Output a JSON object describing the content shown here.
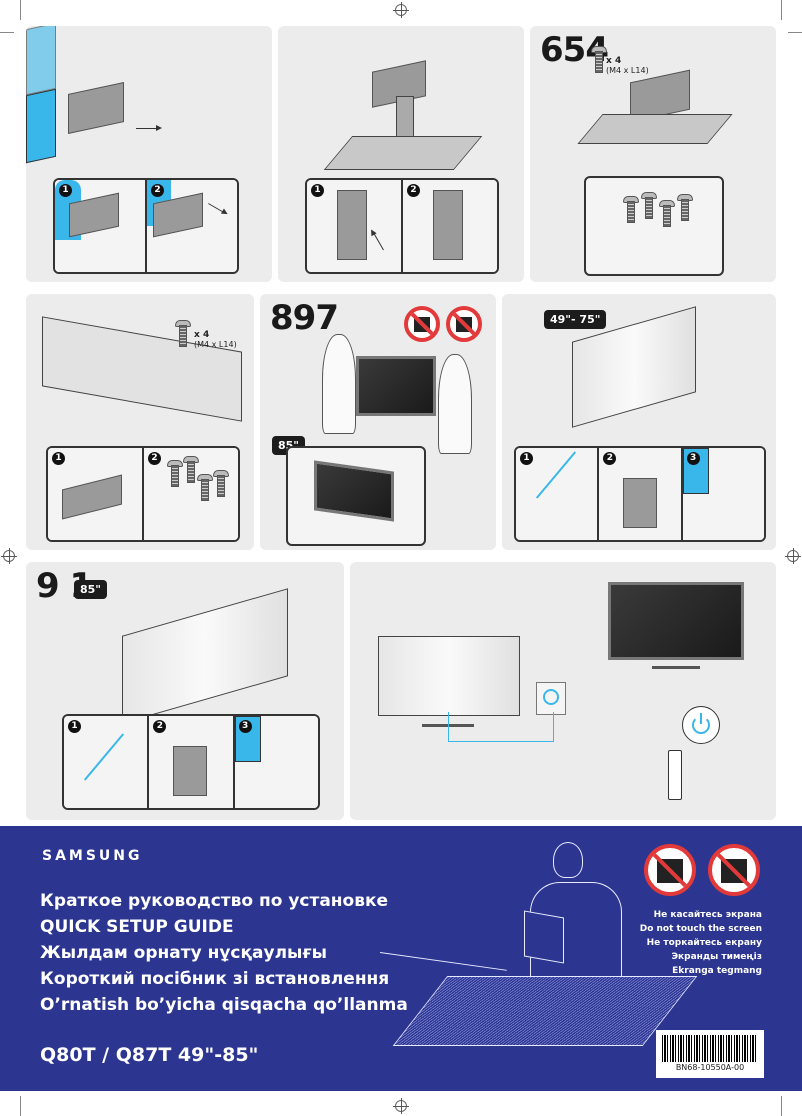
{
  "page": {
    "background": "#ffffff",
    "panel_color": "#ececec",
    "accent_blue": "#3ab7ea",
    "cover_color": "#2c3590",
    "warning_red": "#e23a3a"
  },
  "steps": [
    {
      "id": "panel-1",
      "label": "",
      "substeps": [
        "1",
        "2"
      ]
    },
    {
      "id": "panel-2",
      "label": "",
      "substeps": [
        "1",
        "2"
      ]
    },
    {
      "id": "panel-3",
      "label": "654",
      "screw_qty": "x 4",
      "screw_spec": "(M4 x L14)"
    },
    {
      "id": "panel-4",
      "label": "",
      "screw_qty": "x 4",
      "screw_spec": "(M4 x L14)",
      "substeps": [
        "1",
        "2"
      ]
    },
    {
      "id": "panel-5",
      "label": "897",
      "size_badge": "85\""
    },
    {
      "id": "panel-6",
      "label": "",
      "size_badge": "49\"- 75\"",
      "substeps": [
        "1",
        "2",
        "3"
      ]
    },
    {
      "id": "panel-7",
      "label": "9 1",
      "size_badge": "85\"",
      "substeps": [
        "1",
        "2",
        "3"
      ]
    },
    {
      "id": "panel-8",
      "label": ""
    }
  ],
  "cover": {
    "brand": "SAMSUNG",
    "titles": [
      "Краткое руководство по установке",
      "QUICK SETUP GUIDE",
      "Жылдам орнату нұсқаулығы",
      "Короткий посібник зі встановлення",
      "O’rnatish bo’yicha qisqacha qo’llanma"
    ],
    "model": "Q80T / Q87T 49\"-85\"",
    "warnings": [
      "Не касайтесь экрана",
      "Do not touch the screen",
      "Не торкайтесь екрану",
      "Экранды тимеңіз",
      "Ekranga tegmang"
    ],
    "barcode_text": "BN68-10550A-00"
  }
}
